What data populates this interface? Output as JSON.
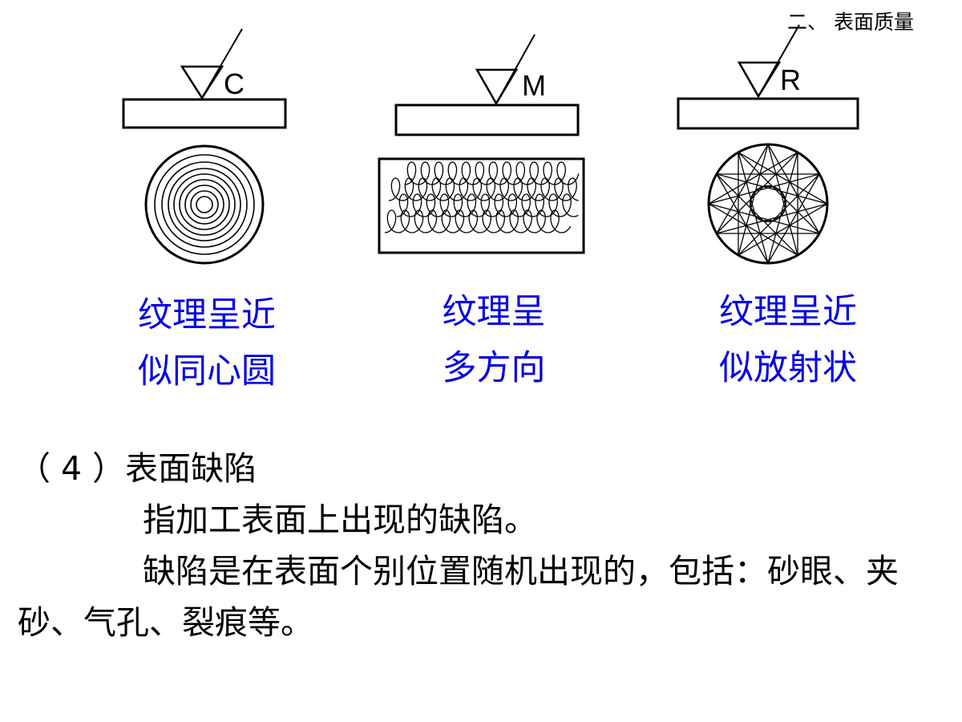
{
  "header": {
    "title": "二、  表面质量"
  },
  "figures": [
    {
      "symbol_letter": "C",
      "caption_line1": "纹理呈近",
      "caption_line2": "似同心圆"
    },
    {
      "symbol_letter": "M",
      "caption_line1": "纹理呈",
      "caption_line2": "多方向"
    },
    {
      "symbol_letter": "R",
      "caption_line1": "纹理呈近",
      "caption_line2": "似放射状"
    }
  ],
  "colors": {
    "caption": "#0000e6",
    "text": "#000000"
  },
  "section": {
    "heading": "（ 4 ）表面缺陷",
    "paragraph1": "指加工表面上出现的缺陷。",
    "paragraph2": "缺陷是在表面个别位置随机出现的，包括：砂眼、夹砂、气孔、裂痕等。"
  }
}
